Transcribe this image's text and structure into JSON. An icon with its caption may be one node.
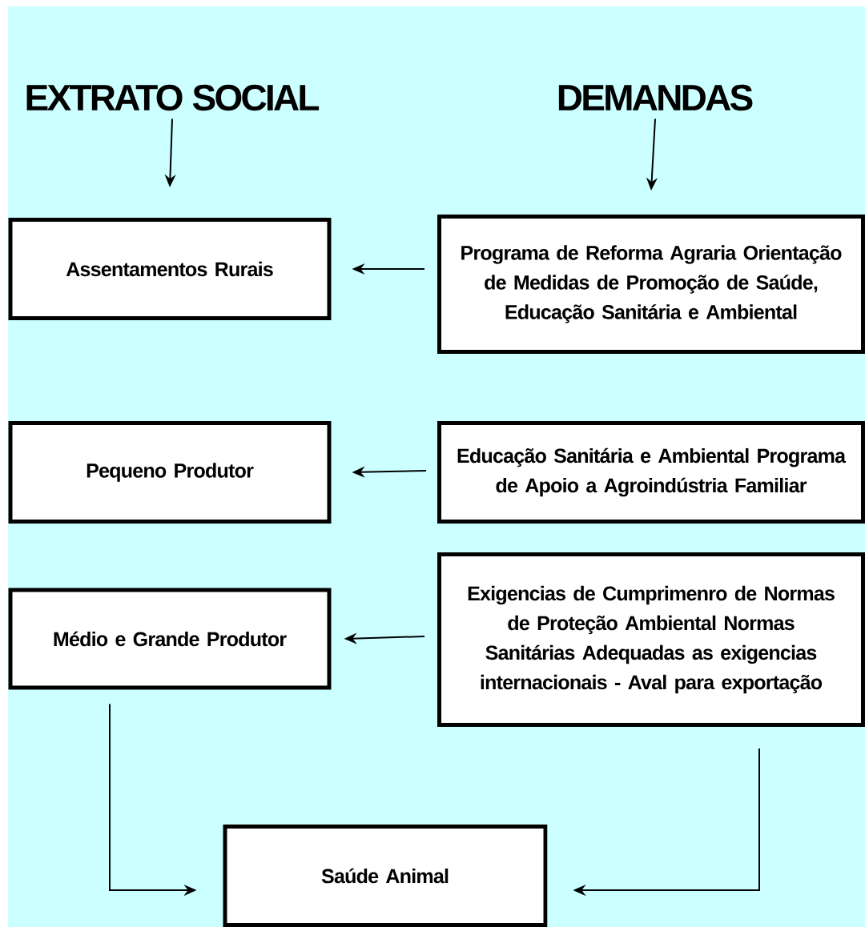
{
  "diagram": {
    "nodes": [
      {
        "text": [
          "EXTRATO SOCIAL"
        ]
      },
      {
        "text": [
          "DEMANDAS"
        ]
      },
      {
        "text": [
          "Assentamentos Rurais"
        ]
      },
      {
        "text": [
          "Programa de Reforma Agraria Orientação de Medidas de Promoção de Saúde, Educação Sanitária e Ambiental"
        ]
      },
      {
        "text": [
          "Pequeno Produtor"
        ]
      },
      {
        "text": [
          "Educação Sanitária e Ambiental Programa de Apoio a Agroindústria Familiar"
        ]
      },
      {
        "text": [
          "Médio e Grande Produtor"
        ]
      },
      {
        "text": [
          "Exigencias de Cumprimenro de Normas de Proteção Ambiental Normas Sanitárias Adequadas as exigencias internacionais - Aval para exportação"
        ]
      },
      {
        "text": [
          "Saúde Animal"
        ]
      }
    ],
    "edges": [
      {
        "from": 0,
        "to": 2,
        "arrow": "to"
      },
      {
        "from": 1,
        "to": 3,
        "arrow": "to"
      },
      {
        "from": 3,
        "to": 2,
        "arrow": "to"
      },
      {
        "from": 5,
        "to": 4,
        "arrow": "to"
      },
      {
        "from": 7,
        "to": 6,
        "arrow": "to"
      },
      {
        "from": 6,
        "to": 8,
        "arrow": "to"
      },
      {
        "from": 7,
        "to": 8,
        "arrow": "to"
      }
    ]
  }
}
